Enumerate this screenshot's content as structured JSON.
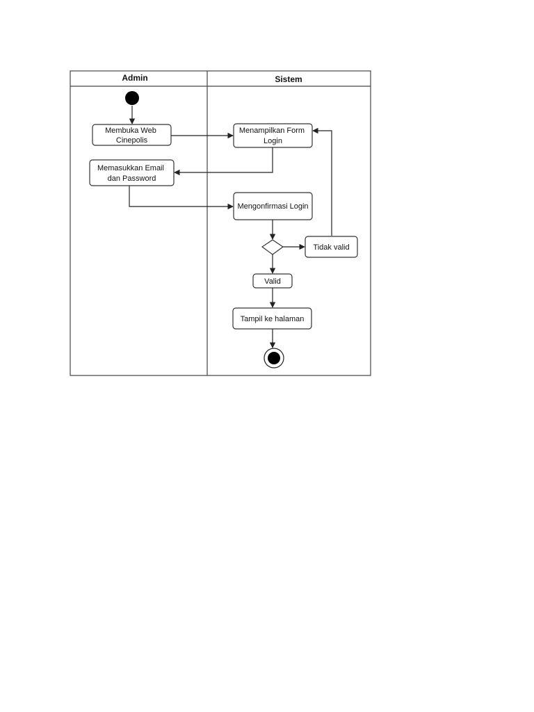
{
  "lanes": {
    "admin": "Admin",
    "sistem": "Sistem"
  },
  "nodes": {
    "membuka_web": [
      "Membuka Web",
      "Cinepolis"
    ],
    "menampilkan_form": [
      "Menampilkan Form",
      "Login"
    ],
    "memasukkan_email": [
      "Memasukkan Email",
      "dan Password"
    ],
    "mengonfirmasi_login": "Mengonfirmasi Login",
    "tidak_valid": "Tidak valid",
    "valid": "Valid",
    "tampil_halaman": "Tampil ke halaman"
  },
  "colors": {
    "line": "#222222",
    "fill": "#000000"
  }
}
